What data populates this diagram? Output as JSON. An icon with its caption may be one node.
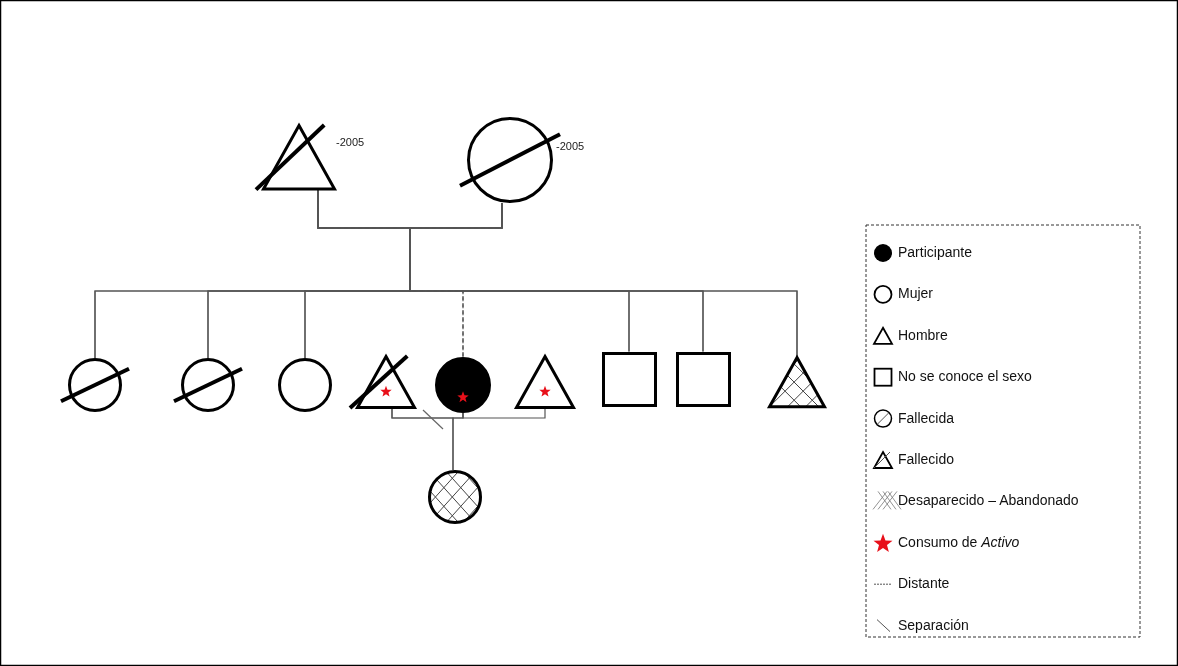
{
  "diagram": {
    "nodes": [
      {
        "text": [],
        "shape": "triangle",
        "beside": [
          "-2005"
        ]
      },
      {
        "text": [],
        "shape": "circle",
        "beside": [
          "-2005"
        ]
      },
      {
        "text": [],
        "shape": "circle"
      },
      {
        "text": [],
        "shape": "circle"
      },
      {
        "text": [],
        "shape": "circle"
      },
      {
        "text": [],
        "shape": "triangle"
      },
      {
        "text": [],
        "shape": "circle"
      },
      {
        "text": [],
        "shape": "triangle"
      },
      {
        "text": [],
        "shape": "box"
      },
      {
        "text": [],
        "shape": "box"
      },
      {
        "text": [],
        "shape": "triangle"
      },
      {
        "text": [],
        "shape": "circle"
      }
    ],
    "edges": [
      {
        "from": 0,
        "to": 1,
        "arrow": "none"
      },
      {
        "from": 0,
        "to": 2,
        "arrow": "none"
      },
      {
        "from": 1,
        "to": 2,
        "arrow": "none"
      },
      {
        "from": 0,
        "to": 3,
        "arrow": "none"
      },
      {
        "from": 1,
        "to": 3,
        "arrow": "none"
      },
      {
        "from": 0,
        "to": 4,
        "arrow": "none"
      },
      {
        "from": 1,
        "to": 4,
        "arrow": "none"
      },
      {
        "from": 0,
        "to": 6,
        "arrow": "none",
        "style": "dashed"
      },
      {
        "from": 1,
        "to": 6,
        "arrow": "none",
        "style": "dashed"
      },
      {
        "from": 0,
        "to": 8,
        "arrow": "none"
      },
      {
        "from": 1,
        "to": 8,
        "arrow": "none"
      },
      {
        "from": 0,
        "to": 9,
        "arrow": "none"
      },
      {
        "from": 1,
        "to": 9,
        "arrow": "none"
      },
      {
        "from": 0,
        "to": 10,
        "arrow": "none"
      },
      {
        "from": 1,
        "to": 10,
        "arrow": "none"
      },
      {
        "from": 5,
        "to": 6,
        "arrow": "none"
      },
      {
        "from": 6,
        "to": 7,
        "arrow": "none"
      },
      {
        "from": 5,
        "to": 11,
        "arrow": "none"
      },
      {
        "from": 6,
        "to": 11,
        "arrow": "none"
      }
    ],
    "legend": [
      {
        "text": "Participante"
      },
      {
        "text": "Mujer"
      },
      {
        "text": "Hombre"
      },
      {
        "text": "No se conoce el sexo"
      },
      {
        "text": "Fallecida"
      },
      {
        "text": "Fallecido"
      },
      {
        "text": "Desaparecido – Abandonado"
      },
      {
        "text": "Consumo de *Activo*"
      },
      {
        "text": "Distante"
      },
      {
        "text": "Separación"
      }
    ]
  }
}
